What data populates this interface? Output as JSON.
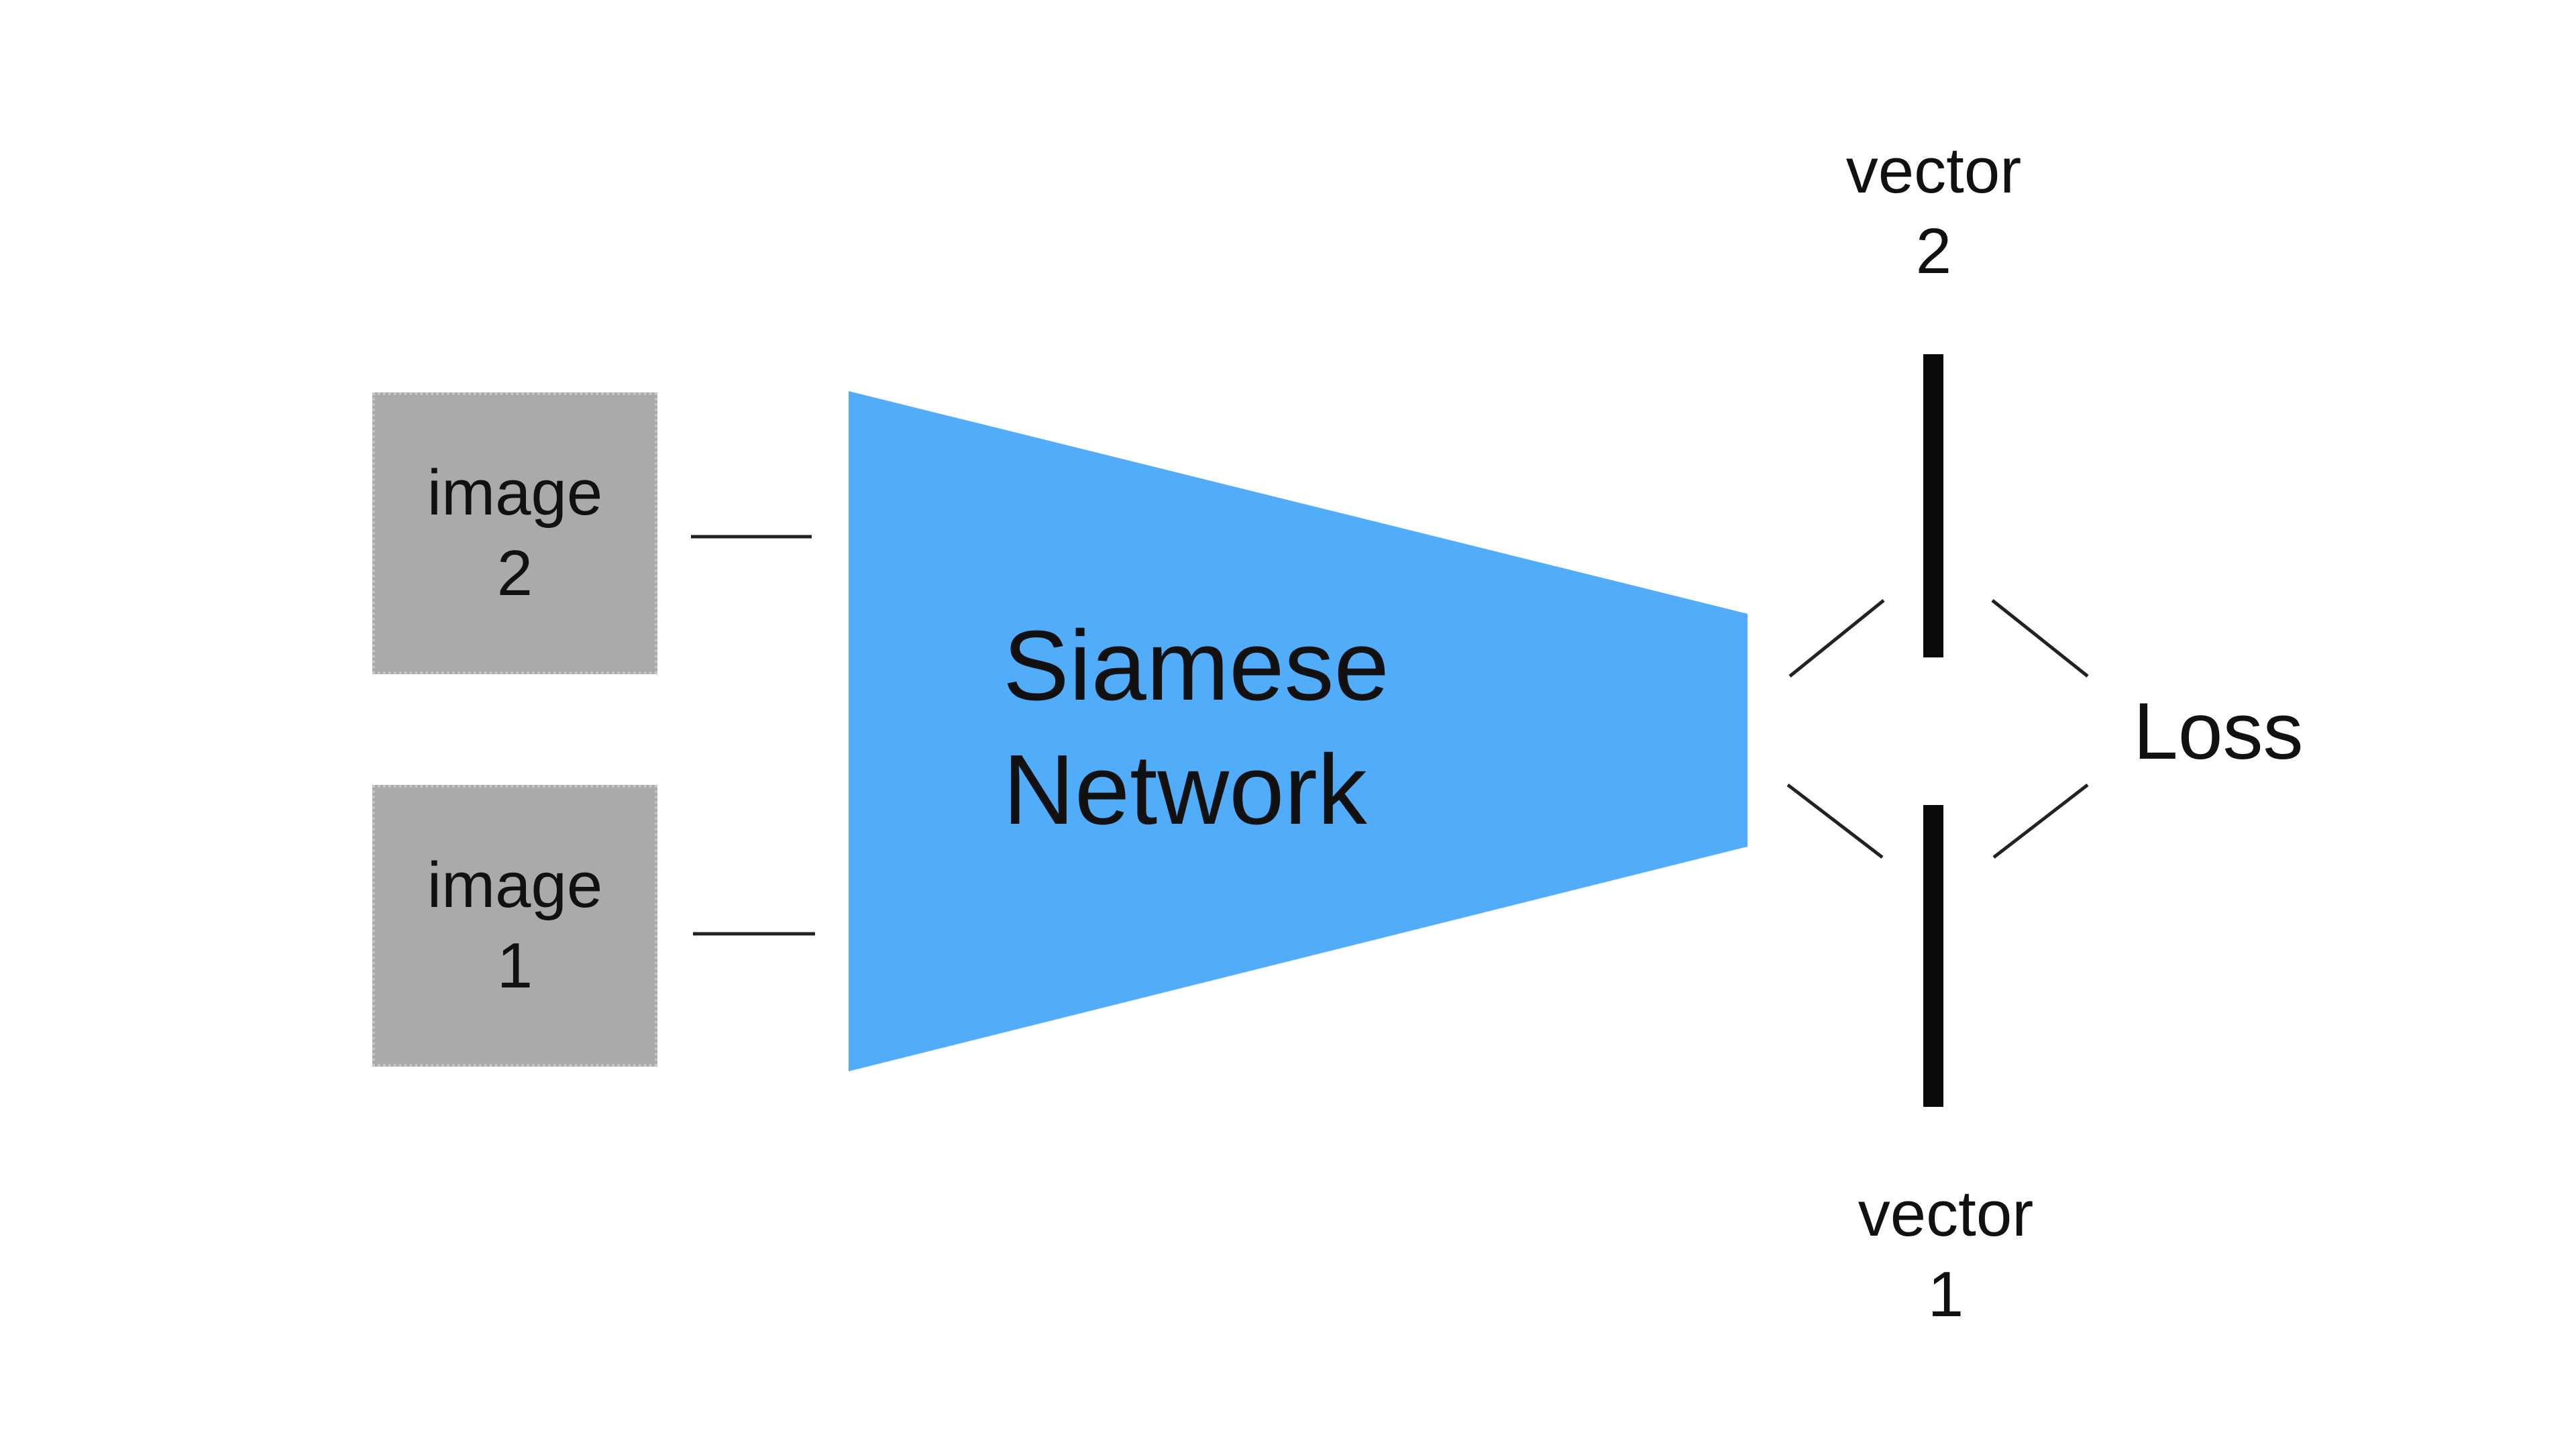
{
  "colors": {
    "network_fill": "#51adf9",
    "image_box_fill": "#aaaaaa",
    "vector_bar": "#0a0a0a",
    "connector": "#222222"
  },
  "diagram": {
    "image2": {
      "line1": "image",
      "line2": "2"
    },
    "image1": {
      "line1": "image",
      "line2": "1"
    },
    "network": {
      "line1": "Siamese",
      "line2": "Network"
    },
    "vector2": {
      "line1": "vector",
      "line2": "2"
    },
    "vector1": {
      "line1": "vector",
      "line2": "1"
    },
    "loss": "Loss"
  }
}
